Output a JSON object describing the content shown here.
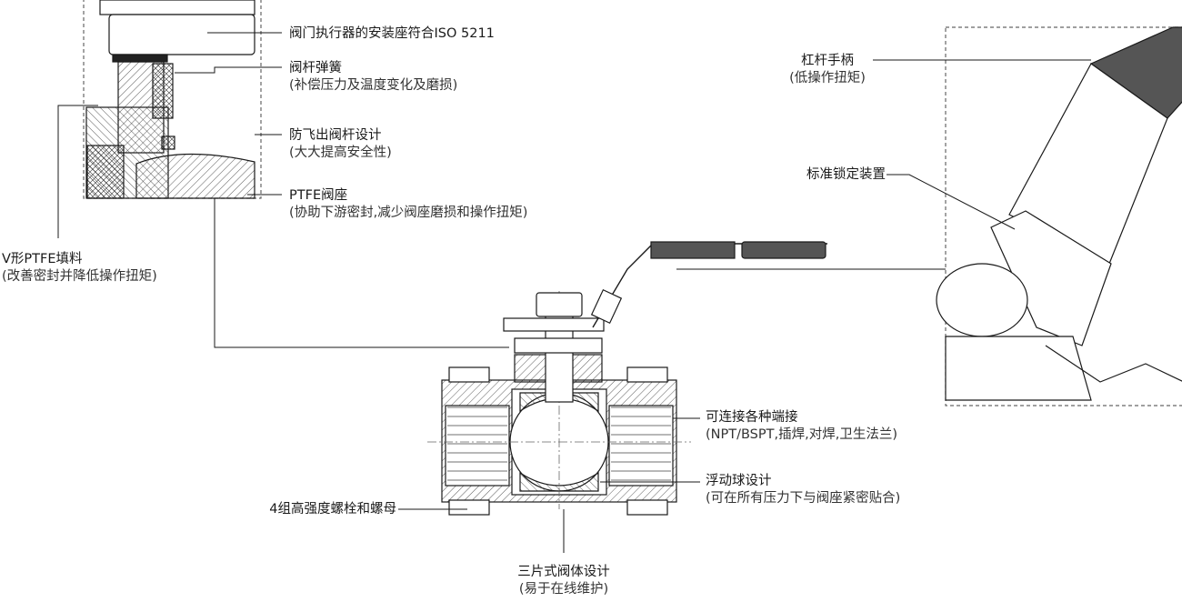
{
  "callouts": {
    "actuator_mount": {
      "title": "阀门执行器的安装座符合ISO 5211",
      "note": ""
    },
    "stem_spring": {
      "title": "阀杆弹簧",
      "note": "(补偿压力及温度变化及磨损)"
    },
    "blowout_stem": {
      "title": "防飞出阀杆设计",
      "note": "(大大提高安全性)"
    },
    "ptfe_seat": {
      "title": "PTFE阀座",
      "note": "(协助下游密封,减少阀座磨损和操作扭矩)"
    },
    "v_packing": {
      "title": "V形PTFE填料",
      "note": "(改善密封并降低操作扭矩)"
    },
    "lever_handle": {
      "title": "杠杆手柄",
      "note": "(低操作扭矩)"
    },
    "locking_device": {
      "title": "标准锁定装置",
      "note": ""
    },
    "end_connections": {
      "title": "可连接各种端接",
      "note": "(NPT/BSPT,插焊,对焊,卫生法兰)"
    },
    "floating_ball": {
      "title": "浮动球设计",
      "note": "(可在所有压力下与阀座紧密贴合)"
    },
    "bolts_nuts": {
      "title": "4组高强度螺栓和螺母",
      "note": ""
    },
    "three_piece_body": {
      "title": "三片式阀体设计",
      "note": "(易于在线维护)"
    }
  },
  "colors": {
    "line": "#1a1a1a",
    "handle_grip": "#555555",
    "hatch": "#333333"
  }
}
